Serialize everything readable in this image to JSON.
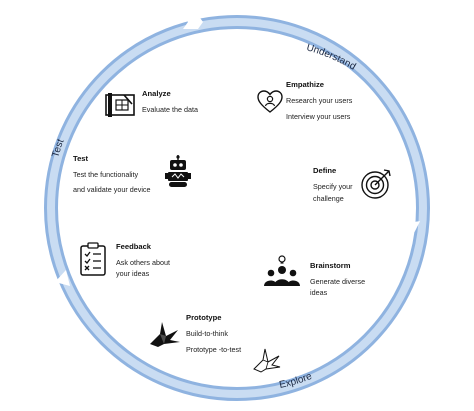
{
  "ring": {
    "labels": [
      "Understand",
      "Explore",
      "Test"
    ],
    "color_outer": "#8fb3e0",
    "color_inner": "#c9dcf2",
    "chevron_color": "#ffffff"
  },
  "stages": {
    "analyze": {
      "title": "Analyze",
      "lines": [
        "Evaluate the data"
      ],
      "icon": "blueprint-icon"
    },
    "empathize": {
      "title": "Empathize",
      "lines": [
        "Research your users",
        "Interview your users"
      ],
      "icon": "heart-person-icon"
    },
    "test": {
      "title": "Test",
      "lines": [
        "Test the functionality",
        "and validate your device"
      ],
      "icon": "robot-icon"
    },
    "define": {
      "title": "Define",
      "lines": [
        "Specify your",
        "challenge"
      ],
      "icon": "target-icon"
    },
    "feedback": {
      "title": "Feedback",
      "lines": [
        "Ask others about",
        "your ideas"
      ],
      "icon": "checklist-icon"
    },
    "brainstorm": {
      "title": "Brainstorm",
      "lines": [
        "Generate diverse",
        "ideas"
      ],
      "icon": "team-bulb-icon"
    },
    "prototype": {
      "title": "Prototype",
      "lines": [
        "Build-to-think",
        "Prototype -to-test"
      ],
      "icon": "origami-crane-icon"
    }
  }
}
